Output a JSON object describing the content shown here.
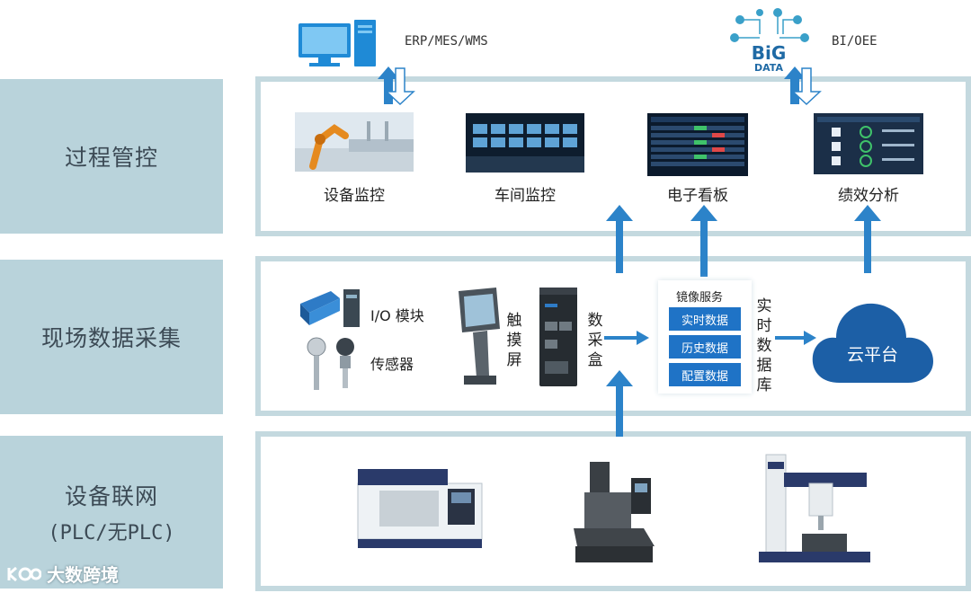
{
  "layers": [
    {
      "title": "过程管控",
      "subtitle": ""
    },
    {
      "title": "现场数据采集",
      "subtitle": ""
    },
    {
      "title": "设备联网",
      "subtitle": "(PLC/无PLC)"
    }
  ],
  "top": {
    "left_label": "ERP/MES/WMS",
    "right_label": "BI/OEE",
    "bigdata_logo": "BiG DATA"
  },
  "process_items": [
    "设备监控",
    "车间监控",
    "电子看板",
    "绩效分析"
  ],
  "collection": {
    "io_label": "I/O 模块",
    "sensor_label": "传感器",
    "touchscreen_label": "触摸屏",
    "databox_label": "数采盒",
    "mirror_title": "镜像服务",
    "mirror_buttons": [
      "实时数据",
      "历史数据",
      "配置数据"
    ],
    "realtime_db_label": "实时数据库",
    "cloud_label": "云平台"
  },
  "watermark": "大数跨境",
  "colors": {
    "accent_blue": "#1f73c6",
    "panel_border": "#c4d9df",
    "side_bg": "#b9d3db",
    "arrow_blue": "#2c83c9",
    "cloud": "#1c5fa6"
  }
}
